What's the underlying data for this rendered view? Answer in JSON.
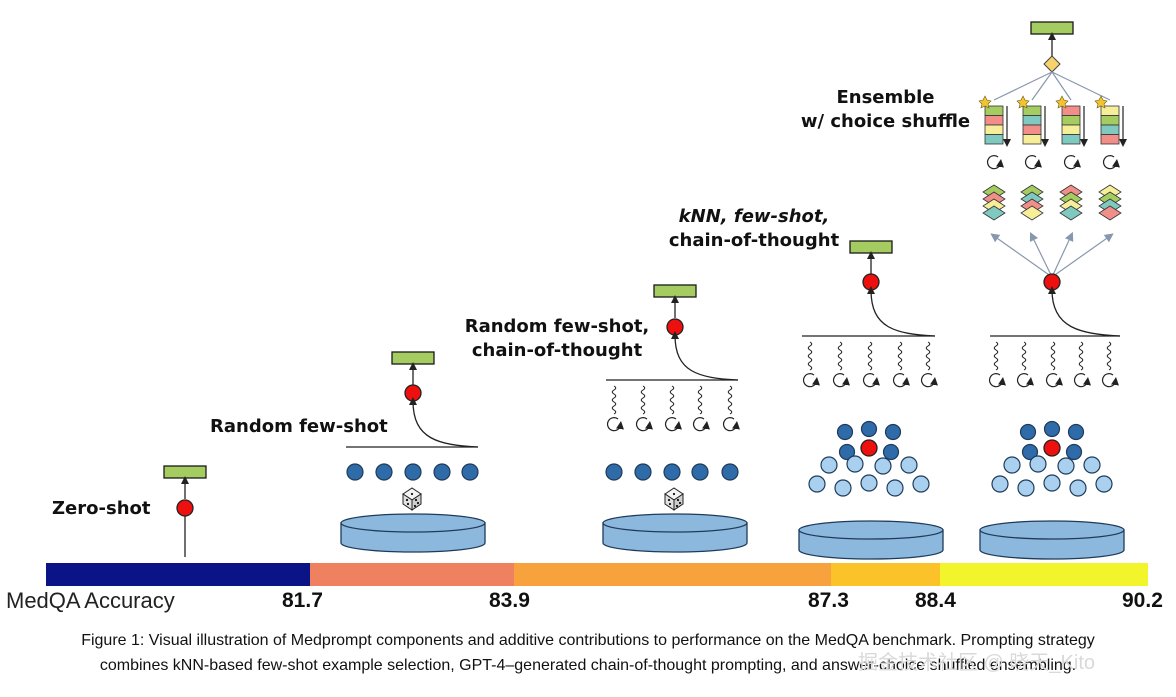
{
  "stages": [
    {
      "id": "zero-shot",
      "label_lines": [
        "Zero-shot"
      ]
    },
    {
      "id": "random-few-shot",
      "label_lines": [
        "Random few-shot"
      ]
    },
    {
      "id": "random-few-shot-cot",
      "label_lines": [
        "Random few-shot,",
        "chain-of-thought"
      ]
    },
    {
      "id": "knn-few-shot-cot",
      "label_lines": [
        "kNN, few-shot,",
        "chain-of-thought"
      ]
    },
    {
      "id": "ensemble",
      "label_lines": [
        "Ensemble",
        "w/ choice shuffle"
      ]
    }
  ],
  "axis": {
    "title": "MedQA Accuracy",
    "ticks": [
      "81.7",
      "83.9",
      "87.3",
      "88.4",
      "90.2"
    ],
    "segments": [
      {
        "color": "#0a1486"
      },
      {
        "color": "#ef8160"
      },
      {
        "color": "#f7a23c"
      },
      {
        "color": "#fcc22a"
      },
      {
        "color": "#f2f52c"
      }
    ]
  },
  "caption": {
    "line1": "Figure 1: Visual illustration of Medprompt components and additive contributions to performance on the MedQA benchmark. Prompting strategy",
    "line2": "combines kNN-based few-shot example selection, GPT-4–generated chain-of-thought prompting, and answer-choice shuffled ensembling."
  },
  "watermark": "掘金技术社区 @ 晓天_Kito",
  "colors": {
    "answer_bar": "#a5cc60",
    "query_dot": "#ee0f0f",
    "example_dot": "#2f6aa9",
    "neighbor_dot": "#a9d0ef",
    "database": "#8cb8dd",
    "diamond": "#f8d26b",
    "arrow": "#8797ad"
  }
}
